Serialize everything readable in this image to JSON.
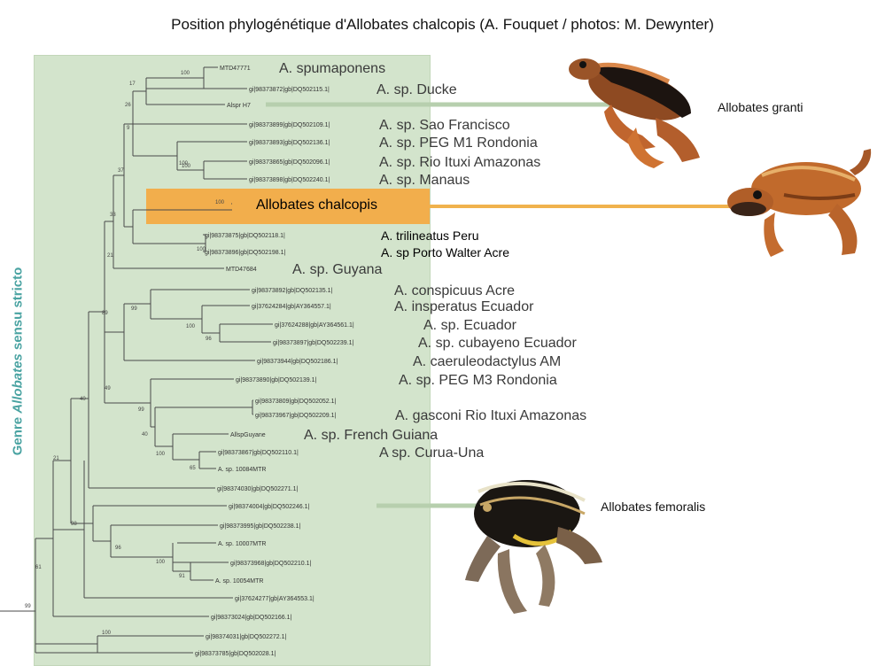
{
  "caption": "Position phylogénétique d'Allobates chalcopis (A. Fouquet / photos: M. Dewynter)",
  "genre_label": {
    "prefix": "Genre ",
    "genus": "Allobates",
    "suffix": " sensu stricto"
  },
  "colors": {
    "clade_box": "#d3e4cc",
    "highlight": "#f2ae4c",
    "branch": "#4a4a4a",
    "connector_green": "#b7cfae",
    "connector_orange": "#f0b24d",
    "genre_text": "#4aa3a2"
  },
  "frogs": [
    {
      "id": "granti",
      "label": "Allobates granti",
      "icon": "frog-brown-icon"
    },
    {
      "id": "chalcopis",
      "label": "",
      "icon": "frog-orange-icon"
    },
    {
      "id": "femoralis",
      "label": "Allobates femoralis",
      "icon": "frog-black-yellow-icon"
    }
  ],
  "tips": [
    {
      "id": "MTD47771",
      "name": "A. spumaponens"
    },
    {
      "id": "gi|98373872|gb|DQ502115.1|",
      "name": "A. sp. Ducke"
    },
    {
      "id": "Alspr H7",
      "name": ""
    },
    {
      "id": "gi|98373899|gb|DQ502109.1|",
      "name": "A. sp. Sao Francisco"
    },
    {
      "id": "gi|98373893|gb|DQ502136.1|",
      "name": "A. sp. PEG M1 Rondonia"
    },
    {
      "id": "gi|98373865|gb|DQ502096.1|",
      "name": "A. sp. Rio Ituxi Amazonas"
    },
    {
      "id": "gi|98373898|gb|DQ502240.1|",
      "name": "A. sp. Manaus"
    },
    {
      "id": "",
      "name": "Allobates chalcopis"
    },
    {
      "id": "gi|98373875|gb|DQ502118.1|",
      "name": "A. trilineatus Peru"
    },
    {
      "id": "gi|98373896|gb|DQ502198.1|",
      "name": "A. sp Porto Walter Acre"
    },
    {
      "id": "MTD47684",
      "name": "A. sp. Guyana"
    },
    {
      "id": "gi|98373892|gb|DQ502135.1|",
      "name": "A. conspicuus Acre"
    },
    {
      "id": "gi|37624284|gb|AY364557.1|",
      "name": "A. insperatus Ecuador"
    },
    {
      "id": "gi|37624288|gb|AY364561.1|",
      "name": "A. sp. Ecuador"
    },
    {
      "id": "gi|98373897|gb|DQ502239.1|",
      "name": "A. sp. cubayeno Ecuador"
    },
    {
      "id": "gi|98373944|gb|DQ502186.1|",
      "name": "A. caeruleodactylus AM"
    },
    {
      "id": "gi|98373890|gb|DQ502139.1|",
      "name": "A. sp. PEG M3 Rondonia"
    },
    {
      "id": "gi|98373809|gb|DQ502052.1|",
      "name": ""
    },
    {
      "id": "gi|98373967|gb|DQ502209.1|",
      "name": "A. gasconi Rio Ituxi Amazonas"
    },
    {
      "id": "AllspGuyane",
      "name": "A. sp. French Guiana"
    },
    {
      "id": "gi|98373867|gb|DQ502110.1|",
      "name": "A sp. Curua-Una"
    },
    {
      "id": "A. sp. 10084MTR",
      "name": ""
    },
    {
      "id": "gi|98374030|gb|DQ502271.1|",
      "name": ""
    },
    {
      "id": "gi|98374004|gb|DQ502246.1|",
      "name": ""
    },
    {
      "id": "gi|98373995|gb|DQ502238.1|",
      "name": ""
    },
    {
      "id": "A. sp. 10007MTR",
      "name": ""
    },
    {
      "id": "gi|98373968|gb|DQ502210.1|",
      "name": ""
    },
    {
      "id": "A. sp. 10054MTR",
      "name": ""
    },
    {
      "id": "gi|37624277|gb|AY364553.1|",
      "name": ""
    },
    {
      "id": "gi|98373024|gb|DQ502166.1|",
      "name": ""
    },
    {
      "id": "gi|98374031|gb|DQ502272.1|",
      "name": ""
    },
    {
      "id": "gi|98373785|gb|DQ502028.1|",
      "name": ""
    }
  ],
  "support_values": [
    "100",
    "17",
    "26",
    "9",
    "100",
    "100",
    "37",
    "100",
    "33",
    "100",
    "21",
    "99",
    "100",
    "96",
    "89",
    "49",
    "99",
    "40",
    "100",
    "65",
    "40",
    "21",
    "98",
    "96",
    "100",
    "91",
    "61",
    "100",
    "99"
  ]
}
